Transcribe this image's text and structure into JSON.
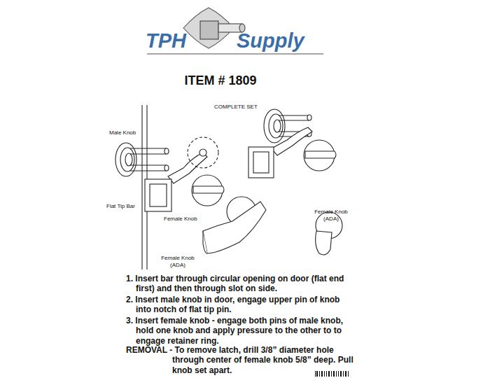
{
  "diagram": {
    "title": "ITEM # 1809",
    "labels": [
      "TPH",
      "Supply",
      "COMPLETE SET",
      "Male Knob",
      "Flat Tip Bar",
      "Female Knob",
      "Female Knob (ADA)",
      "Female Knob (ADA)",
      "1. Insert bar through circular opening on door (flat end first) and then through slot on side.",
      "2. Insert male knob in door, engage upper pin of knob into notch of flat tip pin.",
      "3. Insert female knob - engage both pins of male knob, hold one knob and apply pressure to the other to to engage retainer ring.",
      "REMOVAL - To remove latch, drill 3/8” diameter hole through center of female knob 5/8” deep. Pull knob set apart."
    ]
  }
}
